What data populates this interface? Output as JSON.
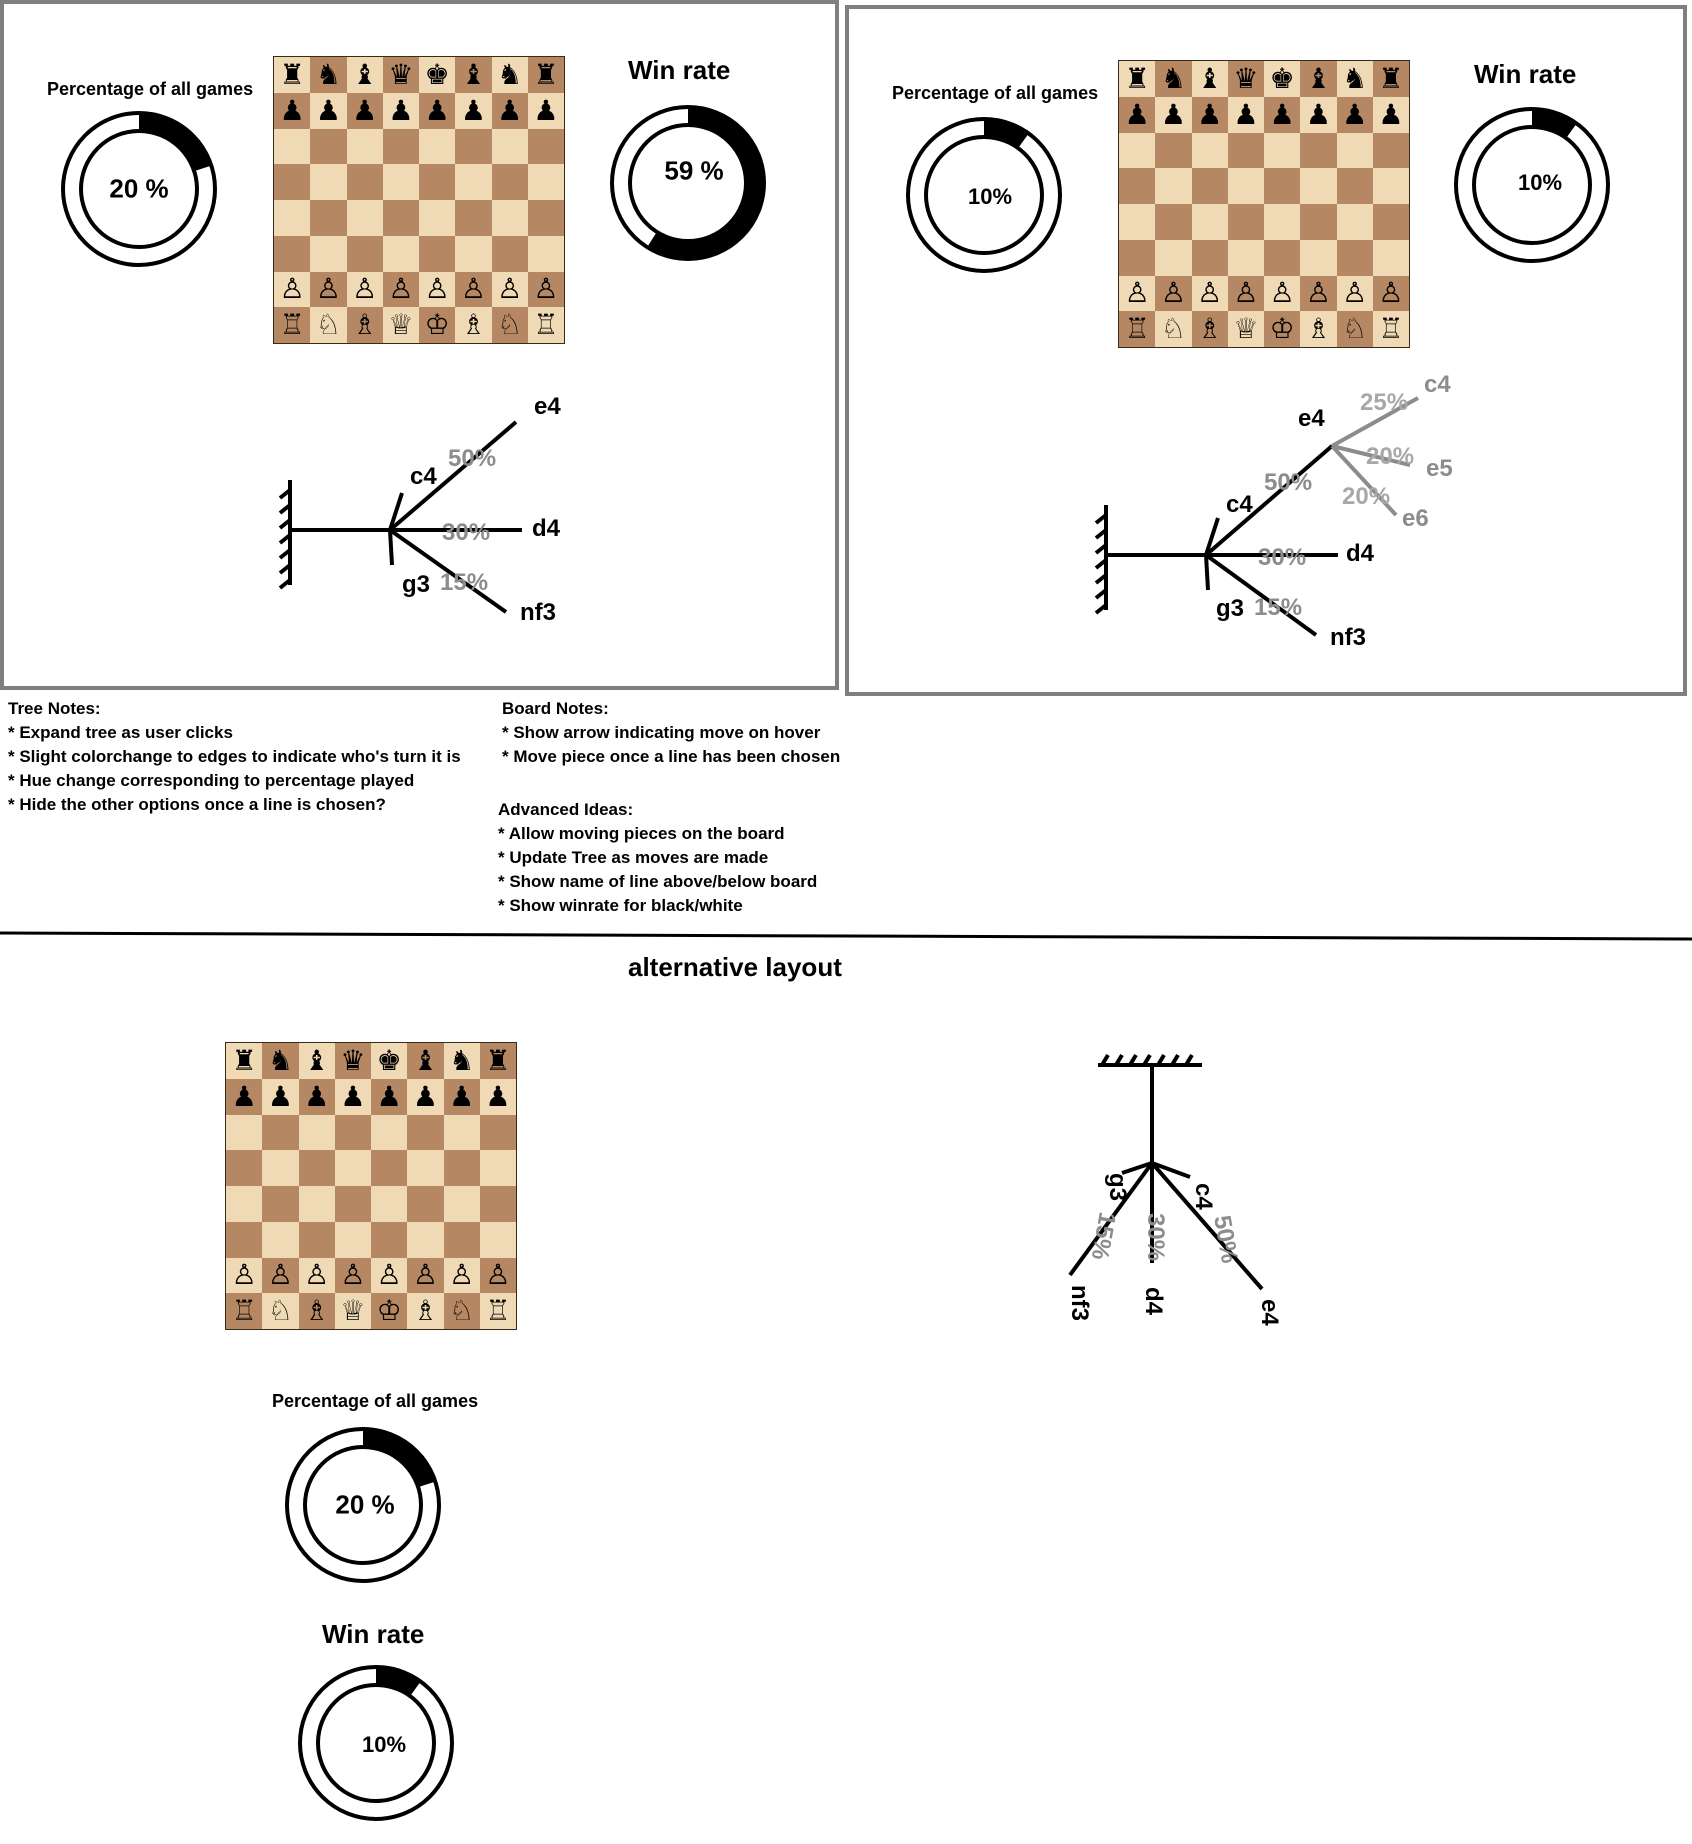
{
  "labels": {
    "percentage_title": "Percentage of all games",
    "win_rate_title": "Win rate",
    "alt_layout_title": "alternative layout"
  },
  "rings": {
    "p1_percentage": {
      "text": "20 %",
      "value": 0.2
    },
    "p1_winrate": {
      "text": "59 %",
      "value": 0.59
    },
    "p2_percentage": {
      "text": "10%",
      "value": 0.1
    },
    "p2_winrate": {
      "text": "10%",
      "value": 0.1
    },
    "p3_percentage": {
      "text": "20 %",
      "value": 0.2
    },
    "p3_winrate": {
      "text": "10%",
      "value": 0.1
    }
  },
  "board": {
    "ranks": [
      [
        "♜",
        "♞",
        "♝",
        "♛",
        "♚",
        "♝",
        "♞",
        "♜"
      ],
      [
        "♟",
        "♟",
        "♟",
        "♟",
        "♟",
        "♟",
        "♟",
        "♟"
      ],
      [
        "",
        "",
        "",
        "",
        "",
        "",
        "",
        ""
      ],
      [
        "",
        "",
        "",
        "",
        "",
        "",
        "",
        ""
      ],
      [
        "",
        "",
        "",
        "",
        "",
        "",
        "",
        ""
      ],
      [
        "",
        "",
        "",
        "",
        "",
        "",
        "",
        ""
      ],
      [
        "♙",
        "♙",
        "♙",
        "♙",
        "♙",
        "♙",
        "♙",
        "♙"
      ],
      [
        "♖",
        "♘",
        "♗",
        "♕",
        "♔",
        "♗",
        "♘",
        "♖"
      ]
    ]
  },
  "tree1": {
    "moves": [
      {
        "move": "e4",
        "pct": "50%"
      },
      {
        "move": "c4",
        "pct": ""
      },
      {
        "move": "d4",
        "pct": "30%"
      },
      {
        "move": "g3",
        "pct": ""
      },
      {
        "move": "nf3",
        "pct": "15%"
      }
    ]
  },
  "tree2": {
    "moves": [
      {
        "move": "e4",
        "pct": "50%"
      },
      {
        "move": "c4",
        "pct": ""
      },
      {
        "move": "d4",
        "pct": "30%"
      },
      {
        "move": "g3",
        "pct": ""
      },
      {
        "move": "nf3",
        "pct": "15%"
      }
    ],
    "replies": [
      {
        "move": "c4",
        "pct": "25%"
      },
      {
        "move": "e5",
        "pct": "20%"
      },
      {
        "move": "e6",
        "pct": "20%"
      }
    ]
  },
  "tree_notes": {
    "title": "Tree Notes:",
    "items": [
      "* Expand tree as user clicks",
      "* Slight colorchange to edges to indicate who's turn it is",
      "* Hue change corresponding to percentage played",
      "* Hide the other options once a line is chosen?"
    ]
  },
  "board_notes": {
    "title": "Board Notes:",
    "items": [
      "* Show arrow indicating move on hover",
      "* Move piece once a line has been chosen"
    ]
  },
  "advanced_ideas": {
    "title": "Advanced Ideas:",
    "items": [
      "* Allow moving pieces on the board",
      "* Update Tree as moves are made",
      "* Show name of line above/below board",
      "* Show winrate for black/white"
    ]
  },
  "colors": {
    "edge": "#000000",
    "pct_text": "#8c8c8c",
    "reply_edge": "#8c8c8c",
    "reply_text": "#a8a8a8"
  }
}
